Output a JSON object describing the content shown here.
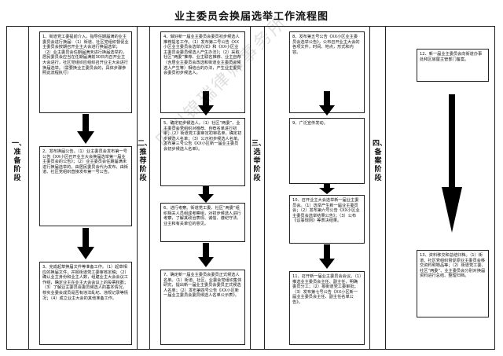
{
  "title": "业主委员会换届选举工作流程图",
  "stages": [
    {
      "label": "一、准备阶段"
    },
    {
      "label": "二、推荐阶段"
    },
    {
      "label": "三、选举阶段"
    },
    {
      "label": "四、备案阶段"
    }
  ],
  "steps": {
    "s1": "1、街道党工委提前介入，指导任期届满的业主委员会进行换届：（1）街道、社区党组织督促业主委员会按期召开业主大会进行换届选举；\n（2）业主委员会任期届满未进行换届选举的，居民委员会应当在任期届满前30日内召开业主大会进行，社区党组织应组织召开业主大会进行换届选举。（需要换业主委员会的，具体步骤参照此流程执行）",
    "s2": "2、发布换届公告。（1）业主委员会发布第一号公告《XX小区召开业主大会换届选举第一届业主委员会的公告》；（2）业主委员会任期届满未进行换届选举的，由居民委员会代为发布，由街道、社区党组织直接发布第一号公告。",
    "s3": "3、完成起草换届文件等准备工作。（1）起草相应的换届文件，并报街道党工委审核定稿；（2）确认业主身份和业主人数，组建业主大会会议工作组，确定业主在业主大会会议上的投票权数；（3）了解业主委员会委员候选人的基本情况，核实业委会成员是否有违法乱纪、违规记录等情况；（4）成立业主大会的其他准备工作。",
    "s4": "4、做好新一届业主委员会委员初步候选人推荐提名工作。（1）发布第二号公告《XX小区业主委员会选举办法》和《XX小区业主委员会委员候选人产生办法》；（2）采取社区“两委”推荐、业主联名推荐、业主自荐（含居业主委员会改选和街道业主委员会候选人产生等）相结合的办法，产生业主委员会委员初步候选人。",
    "s5": "5、确定初步候选人。（1）社区“两委”、业主委员会党组织对推荐、自荐名单进行初审；（2）街道党工委审定初审名单，确定初步候选人名单；（3）公示初步候选人名单。发布第三号公告《XX小区新一届业主委员会初步候选人名单》。",
    "s6": "6、进行考察。街道党工委、社区“两委”组织相关人员组成考察组，对初步候选人进行考察，了解其政治表现、诚信、遵纪守法、业主和有关单位的意见。",
    "s7": "7、确定新一届业主委员会委员正式候选人名单。（1）街道、社区、业委会党组织集体研究，提出新一届业主委员会委员正式候选人名单；（2）发布第四号公告《XX小区新一届业主委员会委员候选人名单公示表》。",
    "s8": "8、发布第五号公告《XX小区业主委员会选举公告》，公布召开业主大会的各项文件，时间、地点，形式和内容。",
    "s9": "9、广泛宣传发动。",
    "s10": "10、召开业主大会选举新一届业主委员会。（1）选举产生新一届业主委员会；（2）发布第六号公告《XX小区业主委员会选举结果公告》；（3）公布《议事规则》等表决结果。",
    "s11": "11、召开新一届业主委员会会议。（1）推选业主委员会主任、副主任，明确委员分工；（2）报街道党工委审批；（3）发布第七号公告《XX小区新一届业主委员会主任、副主任名单公告》。",
    "s12": "12、新一届业主委员会向街道办事处和区房屋主管部门备案。",
    "s13": "13、资料移交和总结归档。（1）街道、社区党组织督促原业主委员会移交资料和物品等；（2）街道党工委、社区“两委”、业主委员会分别对换届资料进行总结、整理归档。"
  },
  "watermark": "四川锦瑞律师事务所"
}
